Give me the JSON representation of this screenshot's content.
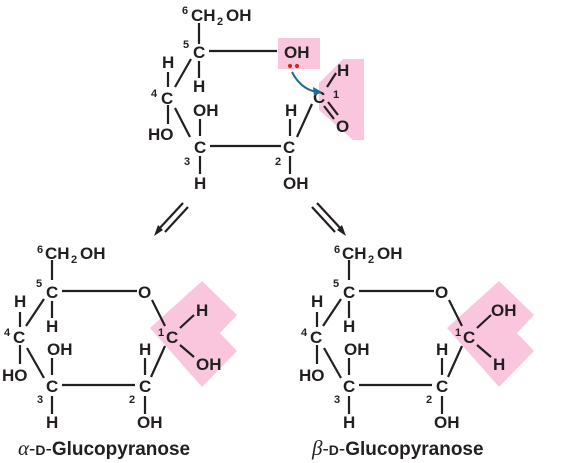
{
  "colors": {
    "highlight": "#f9c6dd",
    "arrow": "#1f6b9a",
    "lone_pair": "#e2231a",
    "ink": "#231f20"
  },
  "open_chain": {
    "c6_number": "6",
    "c6_group": "CH",
    "c6_sub": "2",
    "c6_oh": "OH",
    "c5_number": "5",
    "c5_label": "C",
    "c5_oh": "OH",
    "c5_h": "H",
    "c4_number": "4",
    "c4_label": "C",
    "c4_h": "H",
    "c4_ho": "HO",
    "c3_number": "3",
    "c3_label": "C",
    "c3_oh": "OH",
    "c3_h": "H",
    "c2_number": "2",
    "c2_label": "C",
    "c2_h": "H",
    "c2_oh": "OH",
    "c1_number": "1",
    "c1_label": "C",
    "c1_h": "H",
    "c1_o": "O"
  },
  "alpha": {
    "c6_number": "6",
    "c6_group": "CH",
    "c6_sub": "2",
    "c6_oh": "OH",
    "c5_number": "5",
    "c5_label": "C",
    "c5_h": "H",
    "ring_o": "O",
    "c4_number": "4",
    "c4_label": "C",
    "c4_h": "H",
    "c4_ho": "HO",
    "c3_number": "3",
    "c3_label": "C",
    "c3_oh": "OH",
    "c3_h": "H",
    "c2_number": "2",
    "c2_label": "C",
    "c2_h": "H",
    "c2_oh": "OH",
    "c1_number": "1",
    "c1_label": "C",
    "c1_top": "H",
    "c1_bottom": "OH",
    "caption_prefix": "α",
    "caption_dash1": "-",
    "caption_d": "D",
    "caption_dash2": "-",
    "caption_name": "Glucopyranose"
  },
  "beta": {
    "c6_number": "6",
    "c6_group": "CH",
    "c6_sub": "2",
    "c6_oh": "OH",
    "c5_number": "5",
    "c5_label": "C",
    "c5_h": "H",
    "ring_o": "O",
    "c4_number": "4",
    "c4_label": "C",
    "c4_h": "H",
    "c4_ho": "HO",
    "c3_number": "3",
    "c3_label": "C",
    "c3_oh": "OH",
    "c3_h": "H",
    "c2_number": "2",
    "c2_label": "C",
    "c2_h": "H",
    "c2_oh": "OH",
    "c1_number": "1",
    "c1_label": "C",
    "c1_top": "OH",
    "c1_bottom": "H",
    "caption_prefix": "β",
    "caption_dash1": "-",
    "caption_d": "D",
    "caption_dash2": "-",
    "caption_name": "Glucopyranose"
  }
}
